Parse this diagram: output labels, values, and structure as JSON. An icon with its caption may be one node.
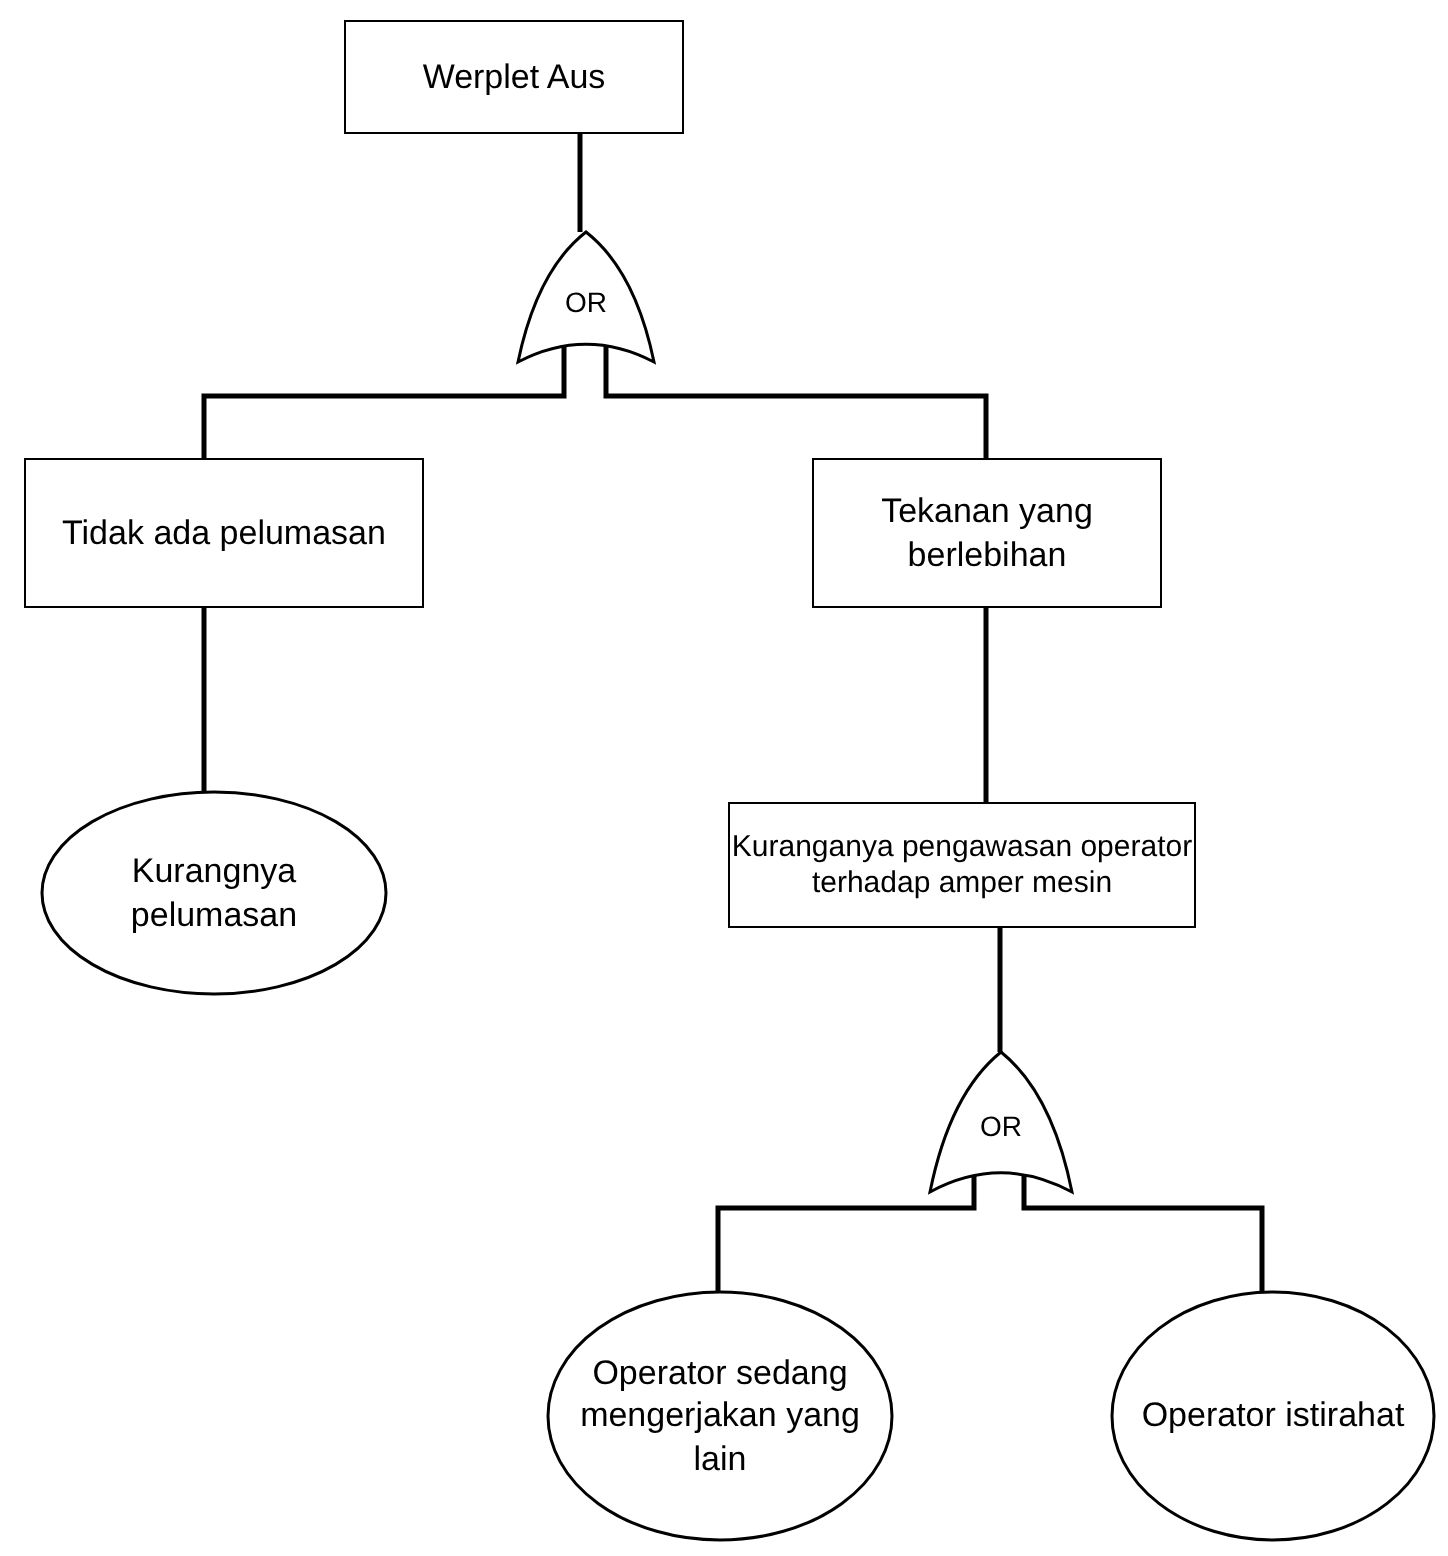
{
  "diagram": {
    "nodes": [
      {
        "text": [
          "Werplet Aus"
        ]
      },
      {
        "text": [
          "OR"
        ]
      },
      {
        "text": [
          "Tidak ada pelumasan"
        ]
      },
      {
        "text": [
          "Tekanan yang berlebihan"
        ]
      },
      {
        "text": [
          "Kurangnya pelumasan"
        ]
      },
      {
        "text": [
          "Kuranganya pengawasan operator terhadap amper mesin"
        ]
      },
      {
        "text": [
          "OR"
        ]
      },
      {
        "text": [
          "Operator sedang mengerjakan yang lain"
        ]
      },
      {
        "text": [
          "Operator istirahat"
        ]
      }
    ],
    "edges": [
      {
        "from": 0,
        "to": 1,
        "arrow": "none"
      },
      {
        "from": 1,
        "to": 2,
        "arrow": "none"
      },
      {
        "from": 1,
        "to": 3,
        "arrow": "none"
      },
      {
        "from": 2,
        "to": 4,
        "arrow": "none"
      },
      {
        "from": 3,
        "to": 5,
        "arrow": "none"
      },
      {
        "from": 5,
        "to": 6,
        "arrow": "none"
      },
      {
        "from": 6,
        "to": 7,
        "arrow": "none"
      },
      {
        "from": 6,
        "to": 8,
        "arrow": "none"
      }
    ]
  }
}
